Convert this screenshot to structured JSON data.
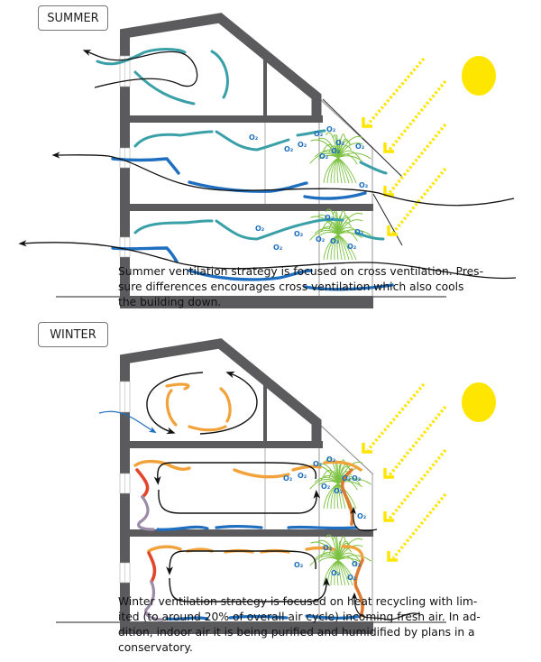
{
  "summer": {
    "label": "SUMMER",
    "caption_lines": [
      "Summer ventilation strategy is focused on cross ventilation. Pres-",
      "sure differences encourages cross ventilation which also cools",
      "the building down."
    ]
  },
  "winter": {
    "label": "WINTER",
    "caption_lines": [
      "Winter ventilation strategy is focused on heat recycling with lim-",
      "ited (to around 20% of overall air cycle) incoming fresh air. In ad-",
      "dition, indoor air it is being purified and humidified by plans in a",
      "conservatory."
    ]
  },
  "o2_label": "O₂",
  "colors": {
    "wall": "#5b5b5d",
    "sun": "#ffe600",
    "cool_air": "#1f6fc0",
    "teal_air": "#3aa0a8",
    "warm_air": "#f2a23a",
    "hot_air": "#e2452a",
    "plant": "#7dc242"
  }
}
